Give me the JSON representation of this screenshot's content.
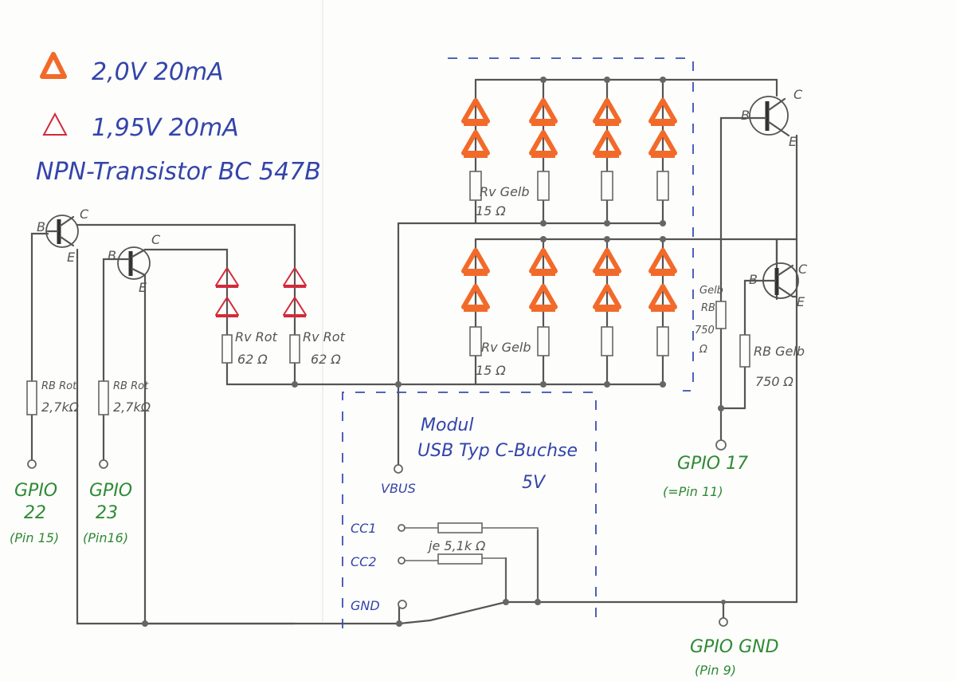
{
  "legend": {
    "orange_spec": "2,0V 20mA",
    "red_spec": "1,95V 20mA",
    "transistor": "NPN-Transistor BC 547B"
  },
  "pins": {
    "b": "B",
    "c": "C",
    "e": "E"
  },
  "resistors": {
    "rv_gelb": "Rv Gelb",
    "rv_gelb_value": "15 Ω",
    "rv_rot": "Rv Rot",
    "rv_rot_value": "62 Ω",
    "rb_rot": "RB Rot",
    "rb_rot_value": "2,7kΩ",
    "rb_gelb": "RB Gelb",
    "rb_gelb_value": "750 Ω",
    "gelb_label": "Gelb",
    "rb_label": "RB",
    "rb_gelb_small_value": "750",
    "ohm": "Ω",
    "cc_value": "je 5,1k Ω"
  },
  "gpio": {
    "g22": {
      "name": "GPIO",
      "num": "22",
      "pin": "(Pin 15)"
    },
    "g23": {
      "name": "GPIO",
      "num": "23",
      "pin": "(Pin16)"
    },
    "g17": {
      "name": "GPIO 17",
      "pin": "(=Pin 11)"
    },
    "gnd": {
      "name": "GPIO GND",
      "pin": "(Pin 9)"
    }
  },
  "usb": {
    "title1": "Modul",
    "title2": "USB Typ C-Buchse",
    "voltage": "5V",
    "vbus": "VBUS",
    "cc1": "CC1",
    "cc2": "CC2",
    "gnd": "GND"
  },
  "colors": {
    "orange": "#f26a2a",
    "red": "#d42a3a",
    "blue": "#3344aa",
    "green": "#2e8a35",
    "wire": "#555555"
  }
}
